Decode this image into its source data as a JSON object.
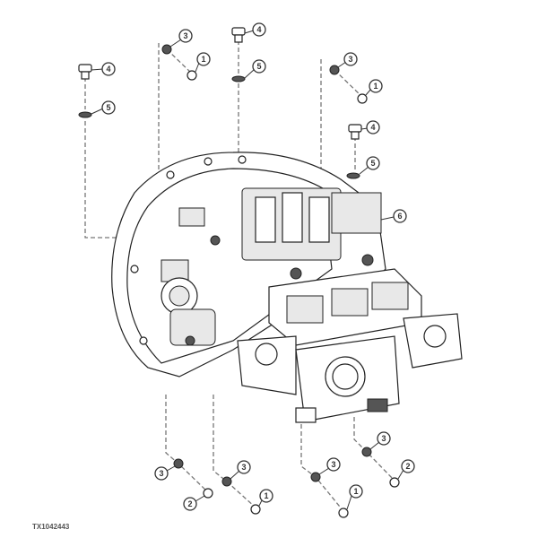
{
  "caption": "TX1042443",
  "callouts": {
    "bolt": "4",
    "washer": "5",
    "nut": "3",
    "o_ring_1": "1",
    "o_ring_2": "2",
    "fitting": "6"
  }
}
